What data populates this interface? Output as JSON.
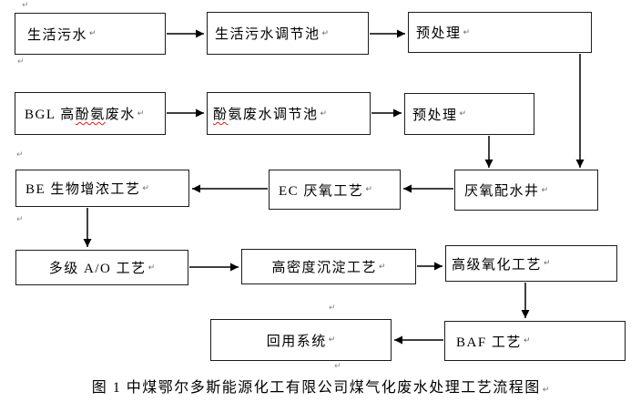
{
  "diagram": {
    "caption": "图 1  中煤鄂尔多斯能源化工有限公司煤气化废水处理工艺流程图",
    "return_mark": "↵",
    "boxes": {
      "domestic_sewage": {
        "label": "生活污水"
      },
      "domestic_regulating_tank": {
        "label": "生活污水调节池"
      },
      "pretreatment_domestic": {
        "label": "预处理"
      },
      "bgl_wastewater": {
        "prefix": "BGL 高",
        "misspelled": "酚氨",
        "suffix": "废水"
      },
      "phenol_regulating_tank": {
        "misspelled": "酚",
        "suffix": "氨废水调节池"
      },
      "pretreatment_phenol": {
        "label": "预处理"
      },
      "be_process": {
        "label": "BE 生物增浓工艺"
      },
      "ec_process": {
        "label": "EC 厌氧工艺"
      },
      "anaerobic_well": {
        "label": "厌氧配水井"
      },
      "multistage_ao": {
        "label": "多级 A/O 工艺"
      },
      "high_density_sedimentation": {
        "label": "高密度沉淀工艺"
      },
      "advanced_oxidation": {
        "label": "高级氧化工艺"
      },
      "baf_process": {
        "label": "BAF 工艺"
      },
      "reuse_system": {
        "label": "回用系统"
      }
    },
    "edges": [
      {
        "from": "生活污水",
        "to": "生活污水调节池"
      },
      {
        "from": "生活污水调节池",
        "to": "预处理（生活污水线）"
      },
      {
        "from": "预处理（生活污水线）",
        "to": "厌氧配水井"
      },
      {
        "from": "BGL 高酚氨废水",
        "to": "酚氨废水调节池"
      },
      {
        "from": "酚氨废水调节池",
        "to": "预处理（酚氨废水线）"
      },
      {
        "from": "预处理（酚氨废水线）",
        "to": "厌氧配水井"
      },
      {
        "from": "厌氧配水井",
        "to": "EC 厌氧工艺"
      },
      {
        "from": "EC 厌氧工艺",
        "to": "BE 生物增浓工艺"
      },
      {
        "from": "BE 生物增浓工艺",
        "to": "多级 A/O 工艺"
      },
      {
        "from": "多级 A/O 工艺",
        "to": "高密度沉淀工艺"
      },
      {
        "from": "高密度沉淀工艺",
        "to": "高级氧化工艺"
      },
      {
        "from": "高级氧化工艺",
        "to": "BAF 工艺"
      },
      {
        "from": "BAF 工艺",
        "to": "回用系统"
      }
    ],
    "colors": {
      "box_border": "#1c1c1c",
      "arrow": "#000000",
      "spellcheck_underline": "#e01818",
      "background": "#ffffff"
    }
  }
}
